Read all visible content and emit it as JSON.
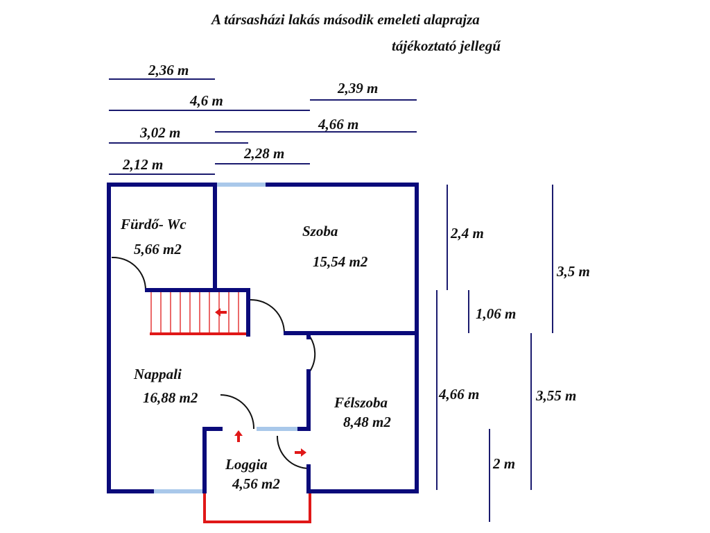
{
  "title": {
    "line1": "A társasházi lakás második emeleti alaprajza",
    "line2": "tájékoztató jellegű"
  },
  "colors": {
    "wall": "#0a0a7a",
    "window": "#a9c8ea",
    "stair": "#e01818",
    "dim_line": "#1a1a6e"
  },
  "rooms": [
    {
      "name": "Fürdő- Wc",
      "area": "5,66 m2"
    },
    {
      "name": "Szoba",
      "area": "15,54 m2"
    },
    {
      "name": "Nappali",
      "area": "16,88 m2"
    },
    {
      "name": "Félszoba",
      "area": "8,48 m2"
    },
    {
      "name": "Loggia",
      "area": "4,56 m2"
    }
  ],
  "dimensions": {
    "top": [
      "2,36 m",
      "4,6 m",
      "2,39 m",
      "3,02 m",
      "4,66 m",
      "2,28 m",
      "2,12 m"
    ],
    "right": [
      "2,4 m",
      "3,5 m",
      "1,06 m",
      "4,66 m",
      "3,55 m",
      "2 m"
    ]
  }
}
